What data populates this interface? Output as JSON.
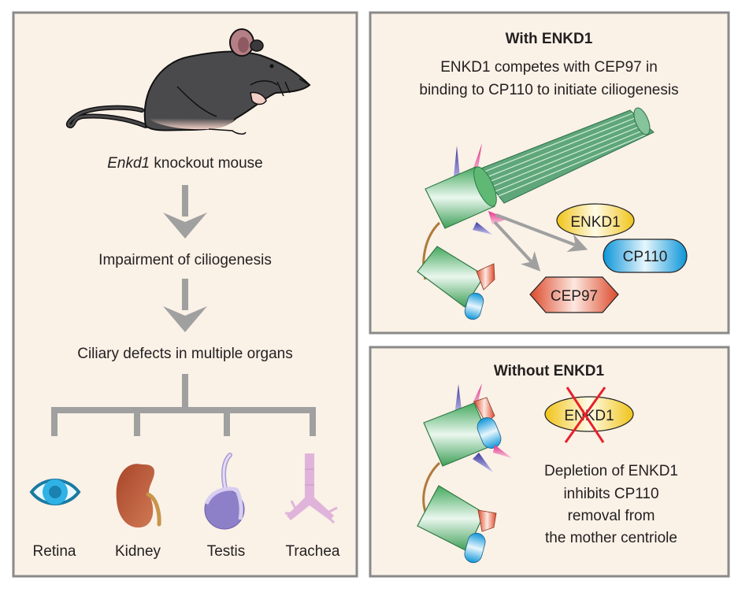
{
  "left_panel": {
    "mouse_caption_italic": "Enkd1",
    "mouse_caption_rest": " knockout mouse",
    "step2": "Impairment of ciliogenesis",
    "step3": "Ciliary defects in multiple organs",
    "organs": [
      {
        "label": "Retina",
        "icon": "eye-icon"
      },
      {
        "label": "Kidney",
        "icon": "kidney-icon"
      },
      {
        "label": "Testis",
        "icon": "testis-icon"
      },
      {
        "label": "Trachea",
        "icon": "trachea-icon"
      }
    ]
  },
  "with_panel": {
    "title": "With ENKD1",
    "desc_line1": "ENKD1 competes with CEP97 in",
    "desc_line2": "binding to CP110 to initiate ciliogenesis",
    "proteins": {
      "enkd1": "ENKD1",
      "cp110": "CP110",
      "cep97": "CEP97"
    }
  },
  "without_panel": {
    "title": "Without ENKD1",
    "crossed_protein": "ENKD1",
    "desc_lines": [
      "Depletion of ENKD1",
      "inhibits CP110",
      "removal from",
      "the mother centriole"
    ]
  },
  "colors": {
    "panel_bg": "#faf1e7",
    "panel_border": "#8a8a8a",
    "arrow": "#a0a0a0",
    "centriole_green": "#4db36b",
    "enkd1_yellow": "#f5d23c",
    "cp110_blue": "#1ba3e0",
    "cep97_red": "#e0583a",
    "cross_red": "#e8202a"
  }
}
